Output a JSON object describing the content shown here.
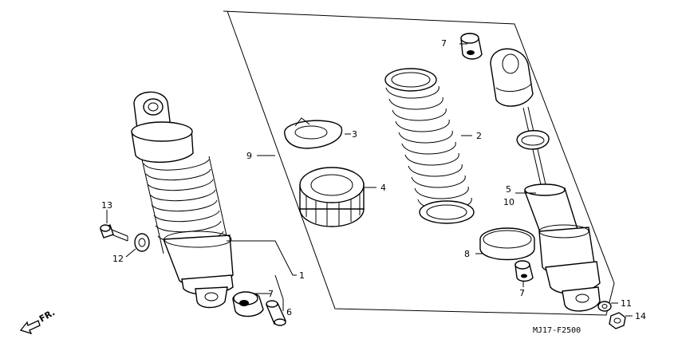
{
  "callouts": {
    "c1": "1",
    "c2": "2",
    "c3": "3",
    "c4": "4",
    "c5": "5",
    "c6": "6",
    "c7a": "7",
    "c7b": "7",
    "c7c": "7",
    "c8": "8",
    "c9": "9",
    "c10": "10",
    "c11": "11",
    "c12": "12",
    "c13": "13",
    "c14": "14"
  },
  "direction_label": "FR.",
  "diagram_code": "MJ17-F2500"
}
